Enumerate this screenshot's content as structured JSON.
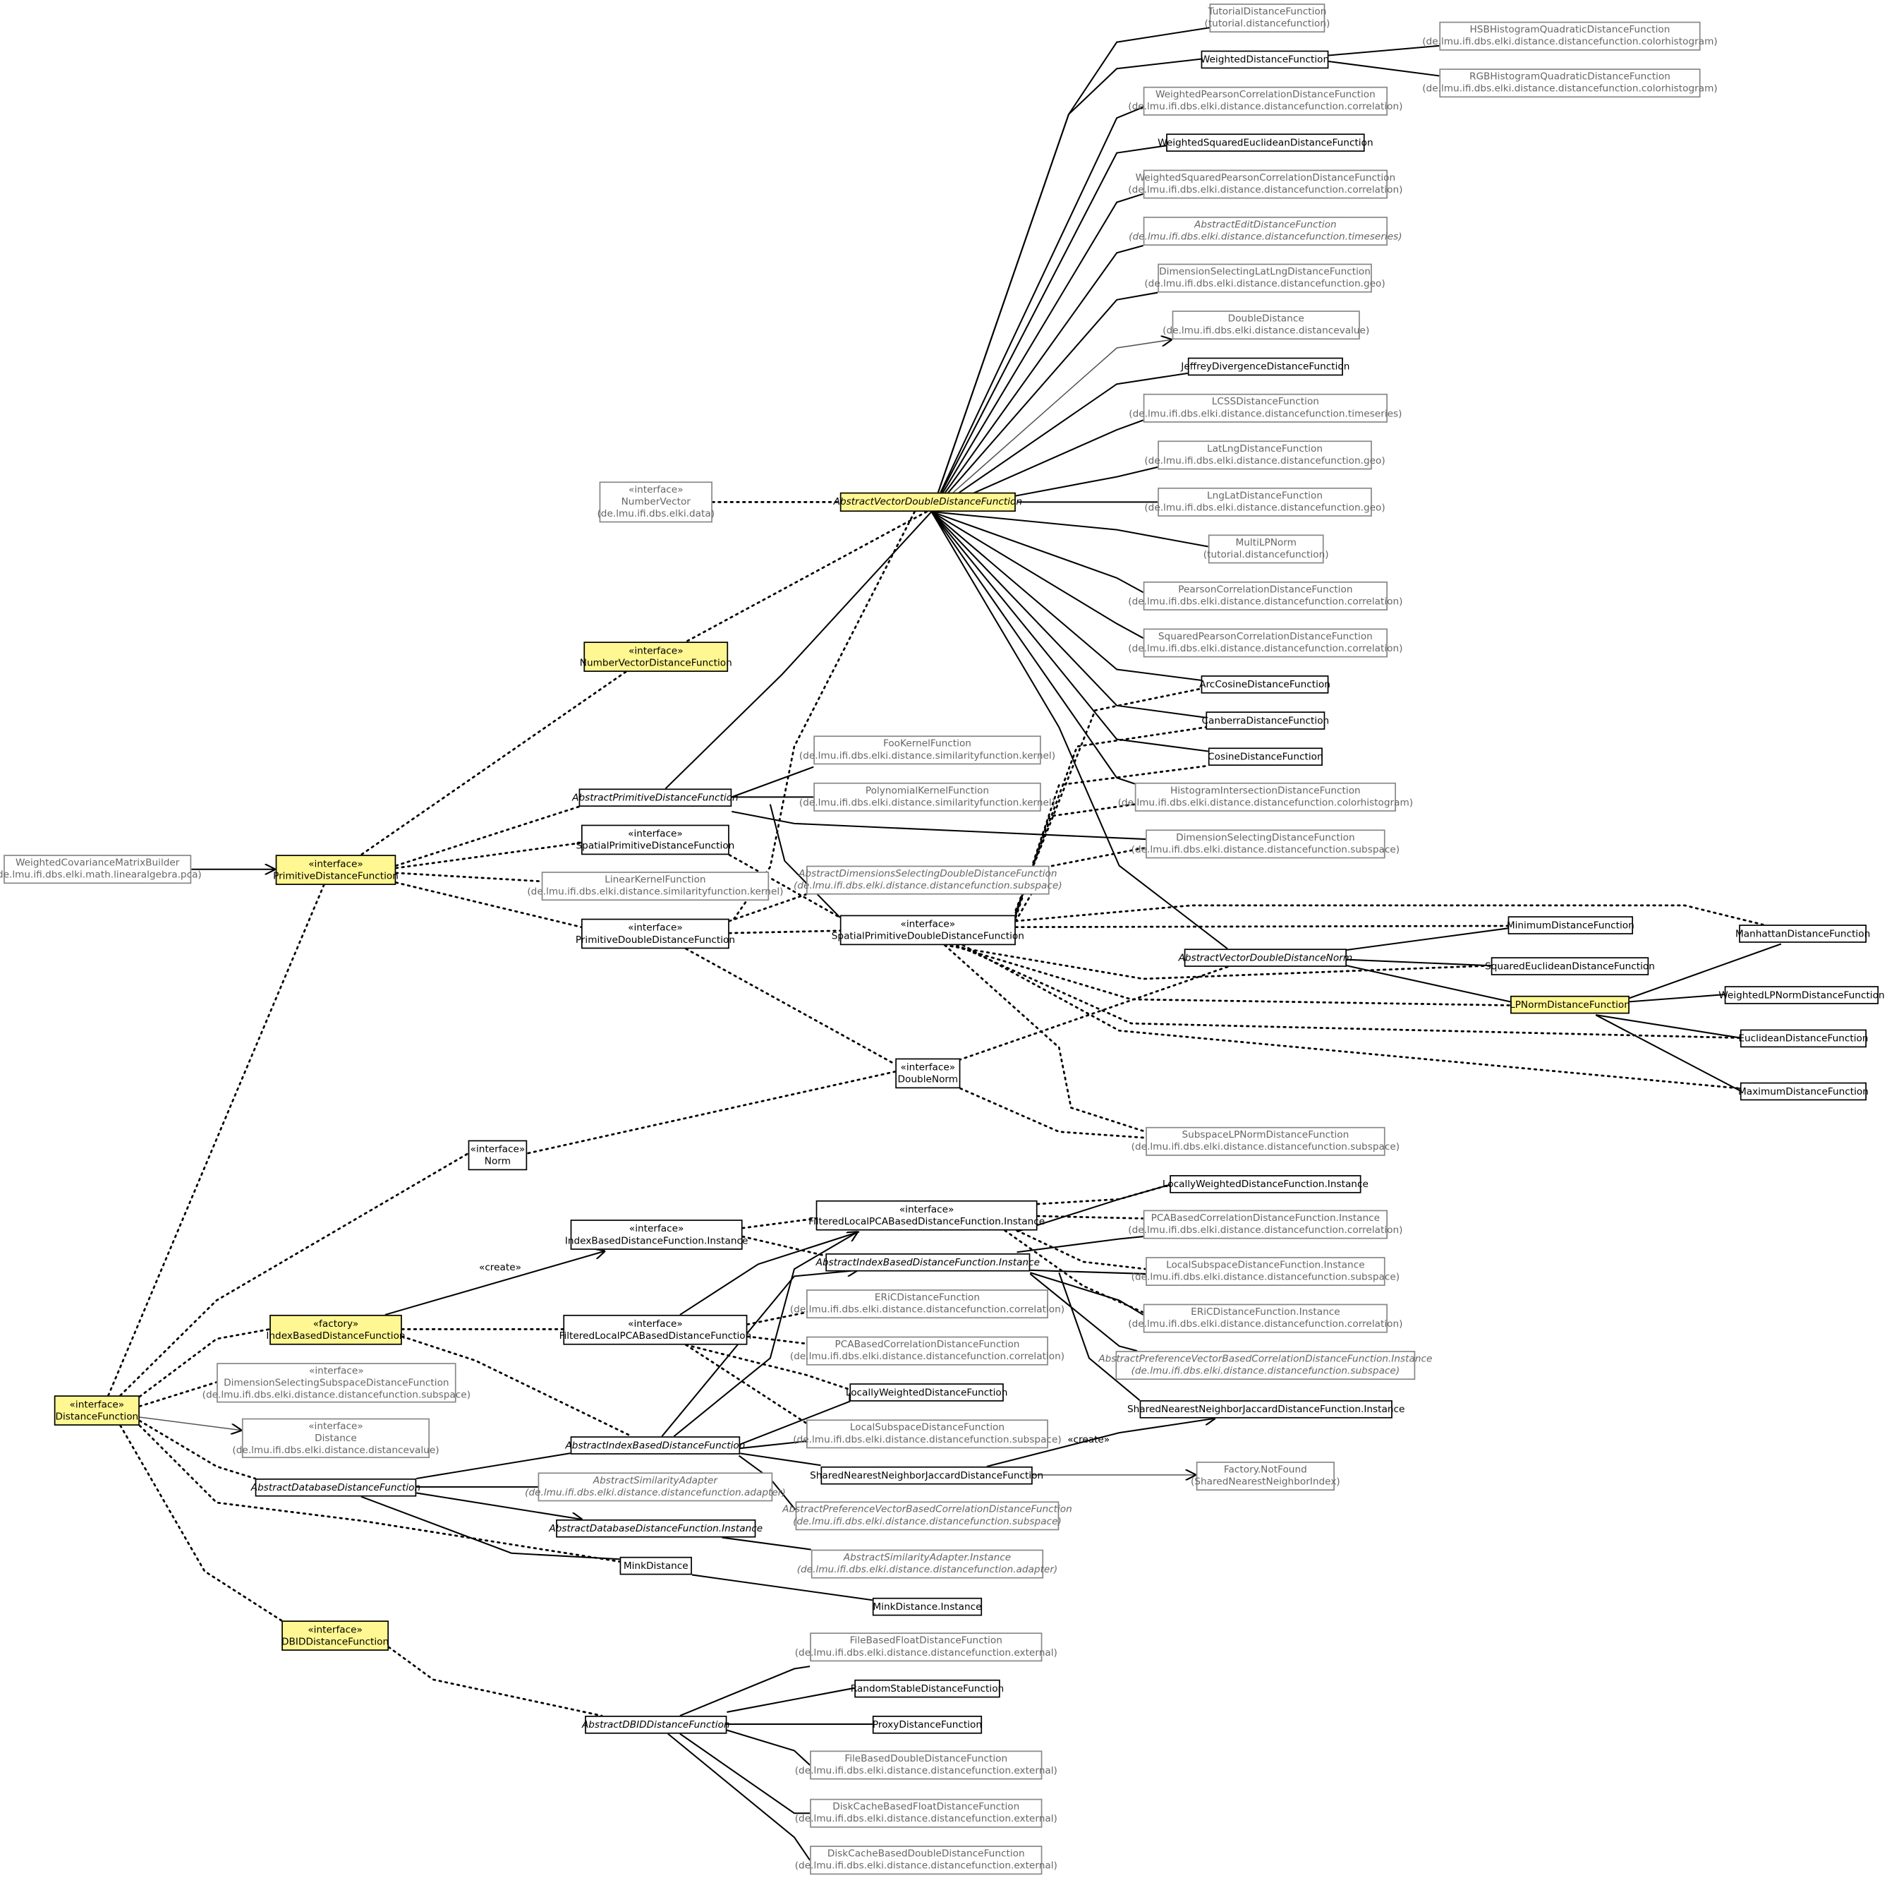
{
  "nodes": [
    {
      "id": "tutorial_df",
      "lines": [
        "TutorialDistanceFunction",
        "(tutorial.distancefunction)"
      ],
      "ext": true
    },
    {
      "id": "weighted_df",
      "lines": [
        "WeightedDistanceFunction"
      ]
    },
    {
      "id": "hsb_hist",
      "lines": [
        "HSBHistogramQuadraticDistanceFunction",
        "(de.lmu.ifi.dbs.elki.distance.distancefunction.colorhistogram)"
      ],
      "ext": true
    },
    {
      "id": "rgb_hist",
      "lines": [
        "RGBHistogramQuadraticDistanceFunction",
        "(de.lmu.ifi.dbs.elki.distance.distancefunction.colorhistogram)"
      ],
      "ext": true
    },
    {
      "id": "weighted_pearson",
      "lines": [
        "WeightedPearsonCorrelationDistanceFunction",
        "(de.lmu.ifi.dbs.elki.distance.distancefunction.correlation)"
      ],
      "ext": true
    },
    {
      "id": "weighted_sq_eucl",
      "lines": [
        "WeightedSquaredEuclideanDistanceFunction"
      ]
    },
    {
      "id": "weighted_sq_pearson",
      "lines": [
        "WeightedSquaredPearsonCorrelationDistanceFunction",
        "(de.lmu.ifi.dbs.elki.distance.distancefunction.correlation)"
      ],
      "ext": true
    },
    {
      "id": "abstract_edit",
      "lines": [
        "AbstractEditDistanceFunction",
        "(de.lmu.ifi.dbs.elki.distance.distancefunction.timeseries)"
      ],
      "ext": true,
      "abs": true
    },
    {
      "id": "dimsel_latlng",
      "lines": [
        "DimensionSelectingLatLngDistanceFunction",
        "(de.lmu.ifi.dbs.elki.distance.distancefunction.geo)"
      ],
      "ext": true
    },
    {
      "id": "double_distance",
      "lines": [
        "DoubleDistance",
        "(de.lmu.ifi.dbs.elki.distance.distancevalue)"
      ],
      "ext": true
    },
    {
      "id": "jeffrey",
      "lines": [
        "JeffreyDivergenceDistanceFunction"
      ]
    },
    {
      "id": "lcss",
      "lines": [
        "LCSSDistanceFunction",
        "(de.lmu.ifi.dbs.elki.distance.distancefunction.timeseries)"
      ],
      "ext": true
    },
    {
      "id": "latlng",
      "lines": [
        "LatLngDistanceFunction",
        "(de.lmu.ifi.dbs.elki.distance.distancefunction.geo)"
      ],
      "ext": true
    },
    {
      "id": "lnglat",
      "lines": [
        "LngLatDistanceFunction",
        "(de.lmu.ifi.dbs.elki.distance.distancefunction.geo)"
      ],
      "ext": true
    },
    {
      "id": "multilp",
      "lines": [
        "MultiLPNorm",
        "(tutorial.distancefunction)"
      ],
      "ext": true
    },
    {
      "id": "pearson",
      "lines": [
        "PearsonCorrelationDistanceFunction",
        "(de.lmu.ifi.dbs.elki.distance.distancefunction.correlation)"
      ],
      "ext": true
    },
    {
      "id": "sq_pearson",
      "lines": [
        "SquaredPearsonCorrelationDistanceFunction",
        "(de.lmu.ifi.dbs.elki.distance.distancefunction.correlation)"
      ],
      "ext": true
    },
    {
      "id": "arccos",
      "lines": [
        "ArcCosineDistanceFunction"
      ]
    },
    {
      "id": "canberra",
      "lines": [
        "CanberraDistanceFunction"
      ]
    },
    {
      "id": "cosine",
      "lines": [
        "CosineDistanceFunction"
      ]
    },
    {
      "id": "hist_inter",
      "lines": [
        "HistogramIntersectionDistanceFunction",
        "(de.lmu.ifi.dbs.elki.distance.distancefunction.colorhistogram)"
      ],
      "ext": true
    },
    {
      "id": "dimsel_df",
      "lines": [
        "DimensionSelectingDistanceFunction",
        "(de.lmu.ifi.dbs.elki.distance.distancefunction.subspace)"
      ],
      "ext": true
    },
    {
      "id": "number_vector",
      "lines": [
        "«interface»",
        "NumberVector",
        "(de.lmu.ifi.dbs.elki.data)"
      ],
      "ext": true
    },
    {
      "id": "avddf",
      "lines": [
        "AbstractVectorDoubleDistanceFunction"
      ],
      "hl": true,
      "abs": true
    },
    {
      "id": "nvdf",
      "lines": [
        "«interface»",
        "NumberVectorDistanceFunction"
      ],
      "hl": true
    },
    {
      "id": "foo_kernel",
      "lines": [
        "FooKernelFunction",
        "(de.lmu.ifi.dbs.elki.distance.similarityfunction.kernel)"
      ],
      "ext": true
    },
    {
      "id": "poly_kernel",
      "lines": [
        "PolynomialKernelFunction",
        "(de.lmu.ifi.dbs.elki.distance.similarityfunction.kernel)"
      ],
      "ext": true
    },
    {
      "id": "apdf",
      "lines": [
        "AbstractPrimitiveDistanceFunction"
      ],
      "abs": true
    },
    {
      "id": "spdf",
      "lines": [
        "«interface»",
        "SpatialPrimitiveDistanceFunction"
      ]
    },
    {
      "id": "lin_kernel",
      "lines": [
        "LinearKernelFunction",
        "(de.lmu.ifi.dbs.elki.distance.similarityfunction.kernel)"
      ],
      "ext": true
    },
    {
      "id": "wcmb",
      "lines": [
        "WeightedCovarianceMatrixBuilder",
        "(de.lmu.ifi.dbs.elki.math.linearalgebra.pca)"
      ],
      "ext": true
    },
    {
      "id": "pdf",
      "lines": [
        "«interface»",
        "PrimitiveDistanceFunction"
      ],
      "hl": true
    },
    {
      "id": "adsddf",
      "lines": [
        "AbstractDimensionsSelectingDoubleDistanceFunction",
        "(de.lmu.ifi.dbs.elki.distance.distancefunction.subspace)"
      ],
      "ext": true,
      "abs": true
    },
    {
      "id": "pddf",
      "lines": [
        "«interface»",
        "PrimitiveDoubleDistanceFunction"
      ]
    },
    {
      "id": "spddf",
      "lines": [
        "«interface»",
        "SpatialPrimitiveDoubleDistanceFunction"
      ]
    },
    {
      "id": "minimum",
      "lines": [
        "MinimumDistanceFunction"
      ]
    },
    {
      "id": "manhattan",
      "lines": [
        "ManhattanDistanceFunction"
      ]
    },
    {
      "id": "avddn",
      "lines": [
        "AbstractVectorDoubleDistanceNorm"
      ],
      "abs": true
    },
    {
      "id": "sq_eucl",
      "lines": [
        "SquaredEuclideanDistanceFunction"
      ]
    },
    {
      "id": "lpnorm",
      "lines": [
        "LPNormDistanceFunction"
      ],
      "hl": true
    },
    {
      "id": "weighted_lp",
      "lines": [
        "WeightedLPNormDistanceFunction"
      ]
    },
    {
      "id": "euclidean",
      "lines": [
        "EuclideanDistanceFunction"
      ]
    },
    {
      "id": "maximum",
      "lines": [
        "MaximumDistanceFunction"
      ]
    },
    {
      "id": "double_norm",
      "lines": [
        "«interface»",
        "DoubleNorm"
      ]
    },
    {
      "id": "subspace_lp",
      "lines": [
        "SubspaceLPNormDistanceFunction",
        "(de.lmu.ifi.dbs.elki.distance.distancefunction.subspace)"
      ],
      "ext": true
    },
    {
      "id": "norm",
      "lines": [
        "«interface»",
        "Norm"
      ]
    },
    {
      "id": "lw_instance",
      "lines": [
        "LocallyWeightedDistanceFunction.Instance"
      ]
    },
    {
      "id": "flpca_instance",
      "lines": [
        "«interface»",
        "FilteredLocalPCABasedDistanceFunction.Instance"
      ]
    },
    {
      "id": "ibdf_instance",
      "lines": [
        "«interface»",
        "IndexBasedDistanceFunction.Instance"
      ]
    },
    {
      "id": "pcabased_instance",
      "lines": [
        "PCABasedCorrelationDistanceFunction.Instance",
        "(de.lmu.ifi.dbs.elki.distance.distancefunction.correlation)"
      ],
      "ext": true
    },
    {
      "id": "aibdf_instance",
      "lines": [
        "AbstractIndexBasedDistanceFunction.Instance"
      ],
      "abs": true
    },
    {
      "id": "local_subspace_instance",
      "lines": [
        "LocalSubspaceDistanceFunction.Instance",
        "(de.lmu.ifi.dbs.elki.distance.distancefunction.subspace)"
      ],
      "ext": true
    },
    {
      "id": "ibdf",
      "lines": [
        "«factory»",
        "IndexBasedDistanceFunction"
      ],
      "hl": true
    },
    {
      "id": "flpca",
      "lines": [
        "«interface»",
        "FilteredLocalPCABasedDistanceFunction"
      ]
    },
    {
      "id": "eric",
      "lines": [
        "ERiCDistanceFunction",
        "(de.lmu.ifi.dbs.elki.distance.distancefunction.correlation)"
      ],
      "ext": true
    },
    {
      "id": "eric_instance",
      "lines": [
        "ERiCDistanceFunction.Instance",
        "(de.lmu.ifi.dbs.elki.distance.distancefunction.correlation)"
      ],
      "ext": true
    },
    {
      "id": "pcabased",
      "lines": [
        "PCABasedCorrelationDistanceFunction",
        "(de.lmu.ifi.dbs.elki.distance.distancefunction.correlation)"
      ],
      "ext": true
    },
    {
      "id": "apvbcdf_instance",
      "lines": [
        "AbstractPreferenceVectorBasedCorrelationDistanceFunction.Instance",
        "(de.lmu.ifi.dbs.elki.distance.distancefunction.subspace)"
      ],
      "ext": true,
      "abs": true
    },
    {
      "id": "lwdf",
      "lines": [
        "LocallyWeightedDistanceFunction"
      ]
    },
    {
      "id": "snn_instance",
      "lines": [
        "SharedNearestNeighborJaccardDistanceFunction.Instance"
      ]
    },
    {
      "id": "dssdf",
      "lines": [
        "«interface»",
        "DimensionSelectingSubspaceDistanceFunction",
        "(de.lmu.ifi.dbs.elki.distance.distancefunction.subspace)"
      ],
      "ext": true
    },
    {
      "id": "distance_fn",
      "lines": [
        "«interface»",
        "DistanceFunction"
      ],
      "hl": true
    },
    {
      "id": "local_subspace",
      "lines": [
        "LocalSubspaceDistanceFunction",
        "(de.lmu.ifi.dbs.elki.distance.distancefunction.subspace)"
      ],
      "ext": true
    },
    {
      "id": "distance",
      "lines": [
        "«interface»",
        "Distance",
        "(de.lmu.ifi.dbs.elki.distance.distancevalue)"
      ],
      "ext": true
    },
    {
      "id": "aibdf",
      "lines": [
        "AbstractIndexBasedDistanceFunction"
      ],
      "abs": true
    },
    {
      "id": "snn",
      "lines": [
        "SharedNearestNeighborJaccardDistanceFunction"
      ]
    },
    {
      "id": "factory_notfound",
      "lines": [
        "Factory.NotFound",
        "(SharedNearestNeighborIndex)"
      ],
      "ext": true
    },
    {
      "id": "addf",
      "lines": [
        "AbstractDatabaseDistanceFunction"
      ],
      "abs": true
    },
    {
      "id": "asa",
      "lines": [
        "AbstractSimilarityAdapter",
        "(de.lmu.ifi.dbs.elki.distance.distancefunction.adapter)"
      ],
      "ext": true,
      "abs": true
    },
    {
      "id": "apvbcdf",
      "lines": [
        "AbstractPreferenceVectorBasedCorrelationDistanceFunction",
        "(de.lmu.ifi.dbs.elki.distance.distancefunction.subspace)"
      ],
      "ext": true,
      "abs": true
    },
    {
      "id": "addf_instance",
      "lines": [
        "AbstractDatabaseDistanceFunction.Instance"
      ],
      "abs": true
    },
    {
      "id": "mink",
      "lines": [
        "MinkDistance"
      ]
    },
    {
      "id": "asa_instance",
      "lines": [
        "AbstractSimilarityAdapter.Instance",
        "(de.lmu.ifi.dbs.elki.distance.distancefunction.adapter)"
      ],
      "ext": true,
      "abs": true
    },
    {
      "id": "mink_instance",
      "lines": [
        "MinkDistance.Instance"
      ]
    },
    {
      "id": "dbid_df",
      "lines": [
        "«interface»",
        "DBIDDistanceFunction"
      ],
      "hl": true
    },
    {
      "id": "fbf",
      "lines": [
        "FileBasedFloatDistanceFunction",
        "(de.lmu.ifi.dbs.elki.distance.distancefunction.external)"
      ],
      "ext": true
    },
    {
      "id": "random_stable",
      "lines": [
        "RandomStableDistanceFunction"
      ]
    },
    {
      "id": "adbiddf",
      "lines": [
        "AbstractDBIDDistanceFunction"
      ],
      "abs": true
    },
    {
      "id": "proxy",
      "lines": [
        "ProxyDistanceFunction"
      ]
    },
    {
      "id": "fbd",
      "lines": [
        "FileBasedDoubleDistanceFunction",
        "(de.lmu.ifi.dbs.elki.distance.distancefunction.external)"
      ],
      "ext": true
    },
    {
      "id": "dcbf",
      "lines": [
        "DiskCacheBasedFloatDistanceFunction",
        "(de.lmu.ifi.dbs.elki.distance.distancefunction.external)"
      ],
      "ext": true
    },
    {
      "id": "dcbd",
      "lines": [
        "DiskCacheBasedDoubleDistanceFunction",
        "(de.lmu.ifi.dbs.elki.distance.distancefunction.external)"
      ],
      "ext": true
    }
  ],
  "edge_labels": {
    "create_ibdf": "«create»",
    "create_snn": "«create»"
  }
}
